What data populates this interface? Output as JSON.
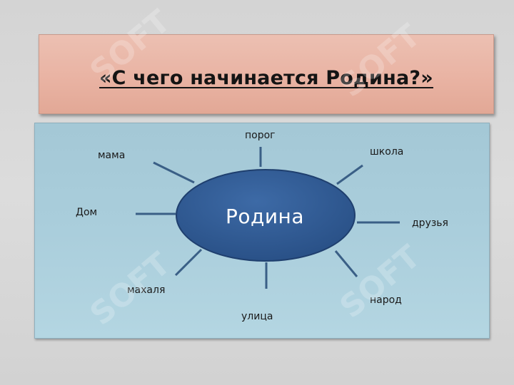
{
  "title": "«С чего начинается Родина?»",
  "center": "Родина",
  "spokes": [
    {
      "label": "порог"
    },
    {
      "label": "школа"
    },
    {
      "label": "друзья"
    },
    {
      "label": "народ"
    },
    {
      "label": "улица"
    },
    {
      "label": "махаля"
    },
    {
      "label": "Дом"
    },
    {
      "label": "мама"
    }
  ],
  "watermark": "SOFT",
  "colors": {
    "title_bg": "#e9b3a3",
    "diagram_bg": "#a9cddb",
    "ellipse_fill": "#2f5b96",
    "spoke": "#3a5f86"
  }
}
